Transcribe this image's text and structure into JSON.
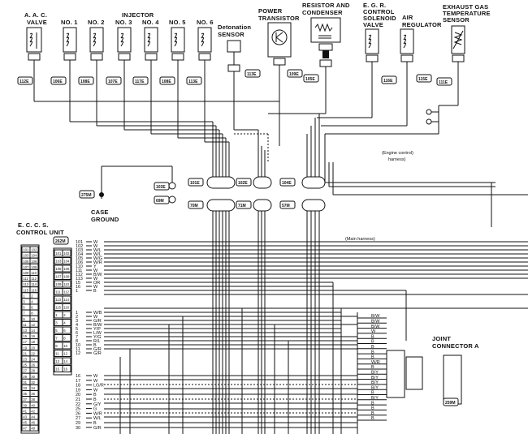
{
  "components": [
    {
      "id": "aac",
      "label": [
        "A. A. C.",
        "VALVE"
      ],
      "conn": "112E"
    },
    {
      "id": "inj1",
      "label": [
        "NO. 1"
      ],
      "conn": "106E"
    },
    {
      "id": "inj2",
      "label": [
        "NO. 2"
      ],
      "conn": "108E"
    },
    {
      "id": "inj3",
      "label": [
        "NO. 3"
      ],
      "conn": "107E"
    },
    {
      "id": "inj4",
      "label": [
        "NO. 4"
      ],
      "conn": "117E"
    },
    {
      "id": "inj5",
      "label": [
        "NO. 5"
      ],
      "conn": "108E"
    },
    {
      "id": "inj6",
      "label": [
        "NO. 6"
      ],
      "conn": "113E"
    },
    {
      "id": "det",
      "label": [
        "Detonation",
        "SENSOR"
      ],
      "conn": "113E"
    },
    {
      "id": "pwr",
      "label": [
        "POWER",
        "TRANSISTOR"
      ],
      "conn": "109E"
    },
    {
      "id": "res",
      "label": [
        "RESISTOR AND",
        "CONDENSER"
      ],
      "conn": "105E"
    },
    {
      "id": "egr",
      "label": [
        "E. G. R.",
        "CONTROL",
        "SOLENOID",
        "VALVE"
      ],
      "conn": "116E"
    },
    {
      "id": "air",
      "label": [
        "AIR",
        "REGULATOR"
      ],
      "conn": "115E"
    },
    {
      "id": "exh",
      "label": [
        "EXHAUST GAS",
        "TEMPERATURE",
        "SENSOR"
      ],
      "conn": "111E"
    }
  ],
  "injector_label": "INJECTOR",
  "harness_engine": [
    "(Engine control)",
    "harness)"
  ],
  "harness_main": "(Main harness)",
  "case_ground": [
    "CASE",
    "GROUND"
  ],
  "case_ground_conn": "275M",
  "eccs_label": [
    "E. C. C. S.",
    "CONTROL UNIT"
  ],
  "eccs_conn": "262M",
  "joint_label": [
    "JOINT",
    "CONNECTOR A"
  ],
  "joint_conn": "259M",
  "mid_connectors": [
    "101E",
    "102E",
    "104E",
    "70M",
    "71M",
    "57M",
    "103E",
    "69M"
  ],
  "pins_top": [
    {
      "n": "101",
      "c": "W"
    },
    {
      "n": "102",
      "c": "W"
    },
    {
      "n": "103",
      "c": "W/L"
    },
    {
      "n": "104",
      "c": "W/L"
    },
    {
      "n": "105",
      "c": "W/G"
    },
    {
      "n": "106",
      "c": "W/R"
    },
    {
      "n": "110",
      "c": "Y"
    },
    {
      "n": "111",
      "c": "W"
    },
    {
      "n": "112",
      "c": "B/W"
    },
    {
      "n": "113",
      "c": "W"
    },
    {
      "n": "15",
      "c": "OR"
    },
    {
      "n": "16",
      "c": "W"
    },
    {
      "n": "1",
      "c": "B"
    }
  ],
  "pins_mid": [
    {
      "n": "1",
      "c": "W/B"
    },
    {
      "n": "2",
      "c": "W"
    },
    {
      "n": "3",
      "c": "G/R"
    },
    {
      "n": "4",
      "c": "B/W"
    },
    {
      "n": "5",
      "c": "Y/P"
    },
    {
      "n": "6",
      "c": "L/W"
    },
    {
      "n": "7",
      "c": "Y/G"
    },
    {
      "n": "8",
      "c": "R/L"
    },
    {
      "n": "10",
      "c": "B"
    },
    {
      "n": "11",
      "c": "G/R"
    },
    {
      "n": "12",
      "c": "G/R"
    }
  ],
  "pins_bot": [
    {
      "n": "16",
      "c": "W"
    },
    {
      "n": "17",
      "c": "W"
    },
    {
      "n": "18",
      "c": "LG/R"
    },
    {
      "n": "19",
      "c": "W"
    },
    {
      "n": "20",
      "c": "B"
    },
    {
      "n": "21",
      "c": "B"
    },
    {
      "n": "22",
      "c": "G/Y"
    },
    {
      "n": "25",
      "c": "G"
    },
    {
      "n": "26",
      "c": "W/R"
    },
    {
      "n": "27",
      "c": "W/L"
    },
    {
      "n": "29",
      "c": "B"
    },
    {
      "n": "30",
      "c": "G/R"
    }
  ],
  "jc_wires": [
    "B/W",
    "B/W",
    "B/W",
    "W",
    "B",
    "B",
    "B",
    "B",
    "B",
    "W/R",
    "B",
    "B/Y",
    "B/Y",
    "B/Y",
    "B/Y",
    "B",
    "B/Y",
    "B",
    "B",
    "B",
    "B"
  ],
  "eccs_grid": [
    "101",
    "102",
    "103",
    "104",
    "105",
    "106",
    "107",
    "108",
    "109",
    "110",
    "111",
    "112",
    "113",
    "114",
    "115",
    "116",
    "1",
    "2",
    "3",
    "4",
    "5",
    "6",
    "7",
    "8",
    "9",
    "10",
    "11",
    "12",
    "13",
    "14",
    "15",
    "16",
    "17",
    "18",
    "19",
    "20",
    "21",
    "22",
    "23",
    "24",
    "25",
    "26",
    "27",
    "28",
    "29",
    "30",
    "31",
    "32",
    "33",
    "34",
    "35",
    "36",
    "37",
    "38",
    "39",
    "40",
    "41",
    "42",
    "43",
    "44",
    "45",
    "46",
    "47",
    "48"
  ]
}
